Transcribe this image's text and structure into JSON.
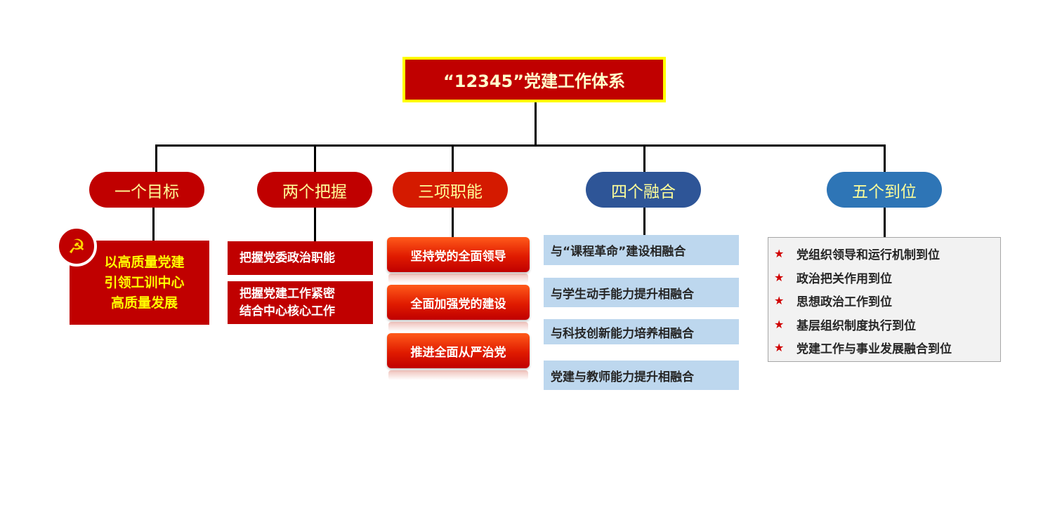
{
  "title": "“12345”党建工作体系",
  "categories": [
    {
      "label": "一个目标",
      "color": "#c00000"
    },
    {
      "label": "两个把握",
      "color": "#c00000"
    },
    {
      "label": "三项职能",
      "color": "#d41a00"
    },
    {
      "label": "四个融合",
      "color": "#2e5597"
    },
    {
      "label": "五个到位",
      "color": "#2e75b6"
    }
  ],
  "goal": {
    "emblem": "party-emblem",
    "lines": [
      "以高质量党建",
      "引领工训中心",
      "高质量发展"
    ]
  },
  "grasp": [
    [
      "把握党委政治职能"
    ],
    [
      "把握党建工作紧密",
      "结合中心核心工作"
    ]
  ],
  "functions": [
    "坚持党的全面领导",
    "全面加强党的建设",
    "推进全面从严治党"
  ],
  "integrations": [
    "与“课程革命”建设相融合",
    "与学生动手能力提升相融合",
    "与科技创新能力培养相融合",
    "党建与教师能力提升相融合"
  ],
  "in_place": [
    "党组织领导和运行机制到位",
    "政治把关作用到位",
    "思想政治工作到位",
    "基层组织制度执行到位",
    "党建工作与事业发展融合到位"
  ]
}
